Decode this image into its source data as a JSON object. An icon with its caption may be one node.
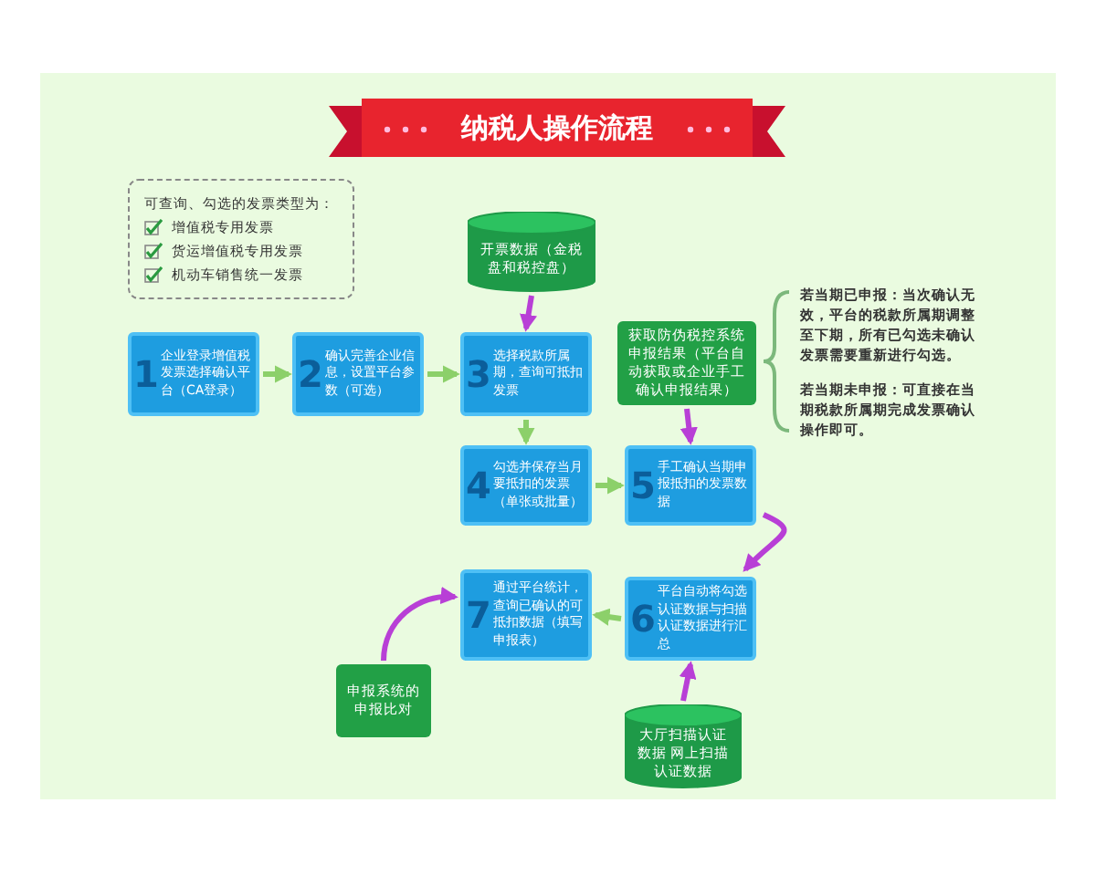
{
  "diagram": {
    "title": "纳税人操作流程",
    "nodes": [
      {
        "text": [
          "可查询、勾选的发票类型为：",
          "增值税专用发票",
          "货运增值税专用发票",
          "机动车销售统一发票"
        ]
      },
      {
        "text": [
          "开票数据（金税盘和税控盘）"
        ]
      },
      {
        "text": [
          "1",
          "企业登录增值税发票选择确认平台（CA登录）"
        ]
      },
      {
        "text": [
          "2",
          "确认完善企业信息，设置平台参数（可选）"
        ]
      },
      {
        "text": [
          "3",
          "选择税款所属期，查询可抵扣发票"
        ]
      },
      {
        "text": [
          "获取防伪税控系统申报结果（平台自动获取或企业手工确认申报结果）"
        ]
      },
      {
        "text": [
          "4",
          "勾选并保存当月要抵扣的发票（单张或批量）"
        ]
      },
      {
        "text": [
          "5",
          "手工确认当期申报抵扣的发票数据"
        ]
      },
      {
        "text": [
          "7",
          "通过平台统计，查询已确认的可抵扣数据（填写申报表）"
        ]
      },
      {
        "text": [
          "6",
          "平台自动将勾选认证数据与扫描认证数据进行汇总"
        ]
      },
      {
        "text": [
          "申报系统的申报比对"
        ]
      },
      {
        "text": [
          "大厅扫描认证数据 网上扫描认证数据"
        ]
      }
    ],
    "edges": [
      {
        "from": 2,
        "to": 3,
        "arrow": "to"
      },
      {
        "from": 3,
        "to": 4,
        "arrow": "to"
      },
      {
        "from": 1,
        "to": 4,
        "arrow": "to",
        "color": "#b83fd6"
      },
      {
        "from": 4,
        "to": 6,
        "arrow": "to"
      },
      {
        "from": 6,
        "to": 7,
        "arrow": "to"
      },
      {
        "from": 5,
        "to": 7,
        "arrow": "to",
        "color": "#b83fd6"
      },
      {
        "from": 7,
        "to": 9,
        "arrow": "to",
        "color": "#b83fd6"
      },
      {
        "from": 9,
        "to": 8,
        "arrow": "to"
      },
      {
        "from": 10,
        "to": 8,
        "arrow": "to",
        "color": "#b83fd6"
      },
      {
        "from": 11,
        "to": 9,
        "arrow": "to",
        "color": "#b83fd6"
      }
    ],
    "labels": [
      "若当期已申报：当次确认无效，平台的税款所属期调整至下期，所有已勾选未确认发票需要重新进行勾选。",
      "若当期未申报：可直接在当期税款所属期完成发票确认操作即可。"
    ]
  }
}
